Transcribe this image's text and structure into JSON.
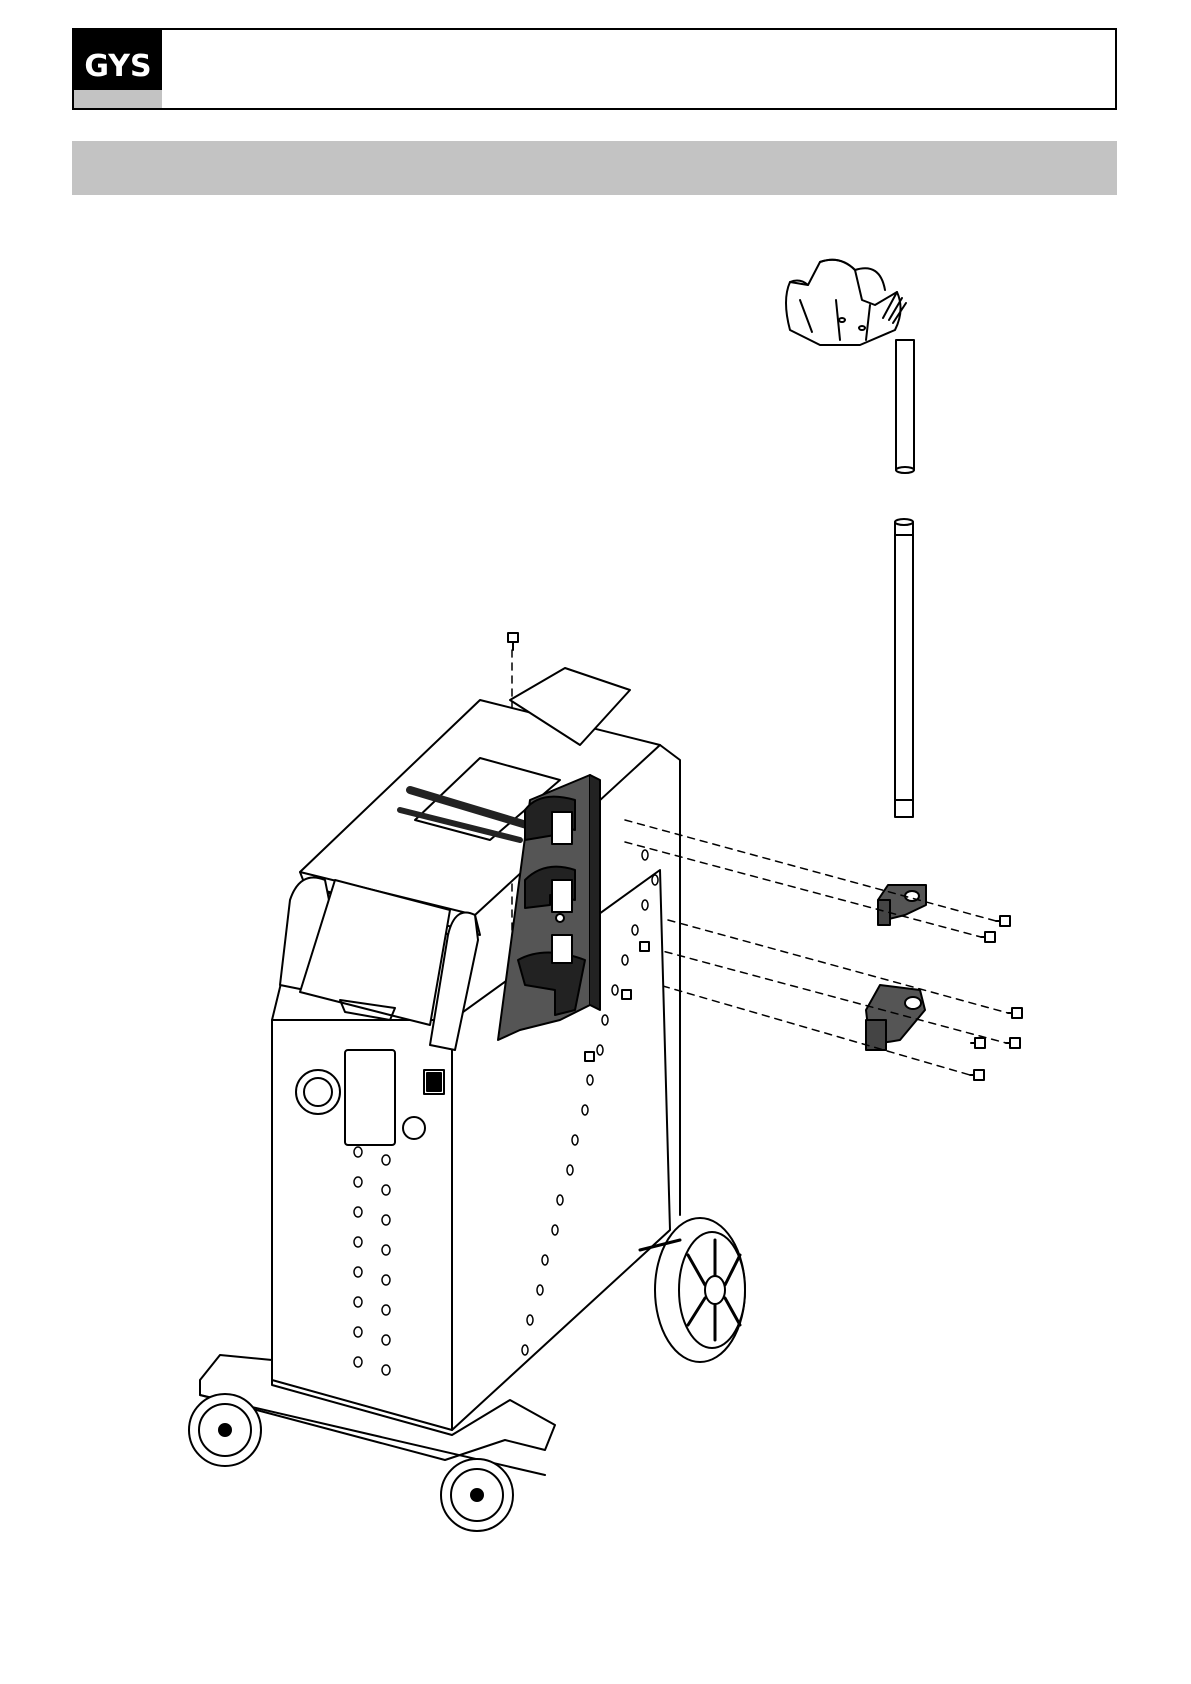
{
  "header": {
    "logo_text": "GYS",
    "logo_colors": {
      "top": "#000000",
      "bottom": "#c3c3c3",
      "text": "#ffffff"
    }
  },
  "section_bar": {
    "color": "#c3c3c3"
  },
  "figure": {
    "icon": "exploded-assembly-diagram",
    "parts": [
      "spot-welder-cart",
      "torch-holder",
      "support-pole",
      "bracket-upper",
      "bracket-lower",
      "screws"
    ]
  }
}
